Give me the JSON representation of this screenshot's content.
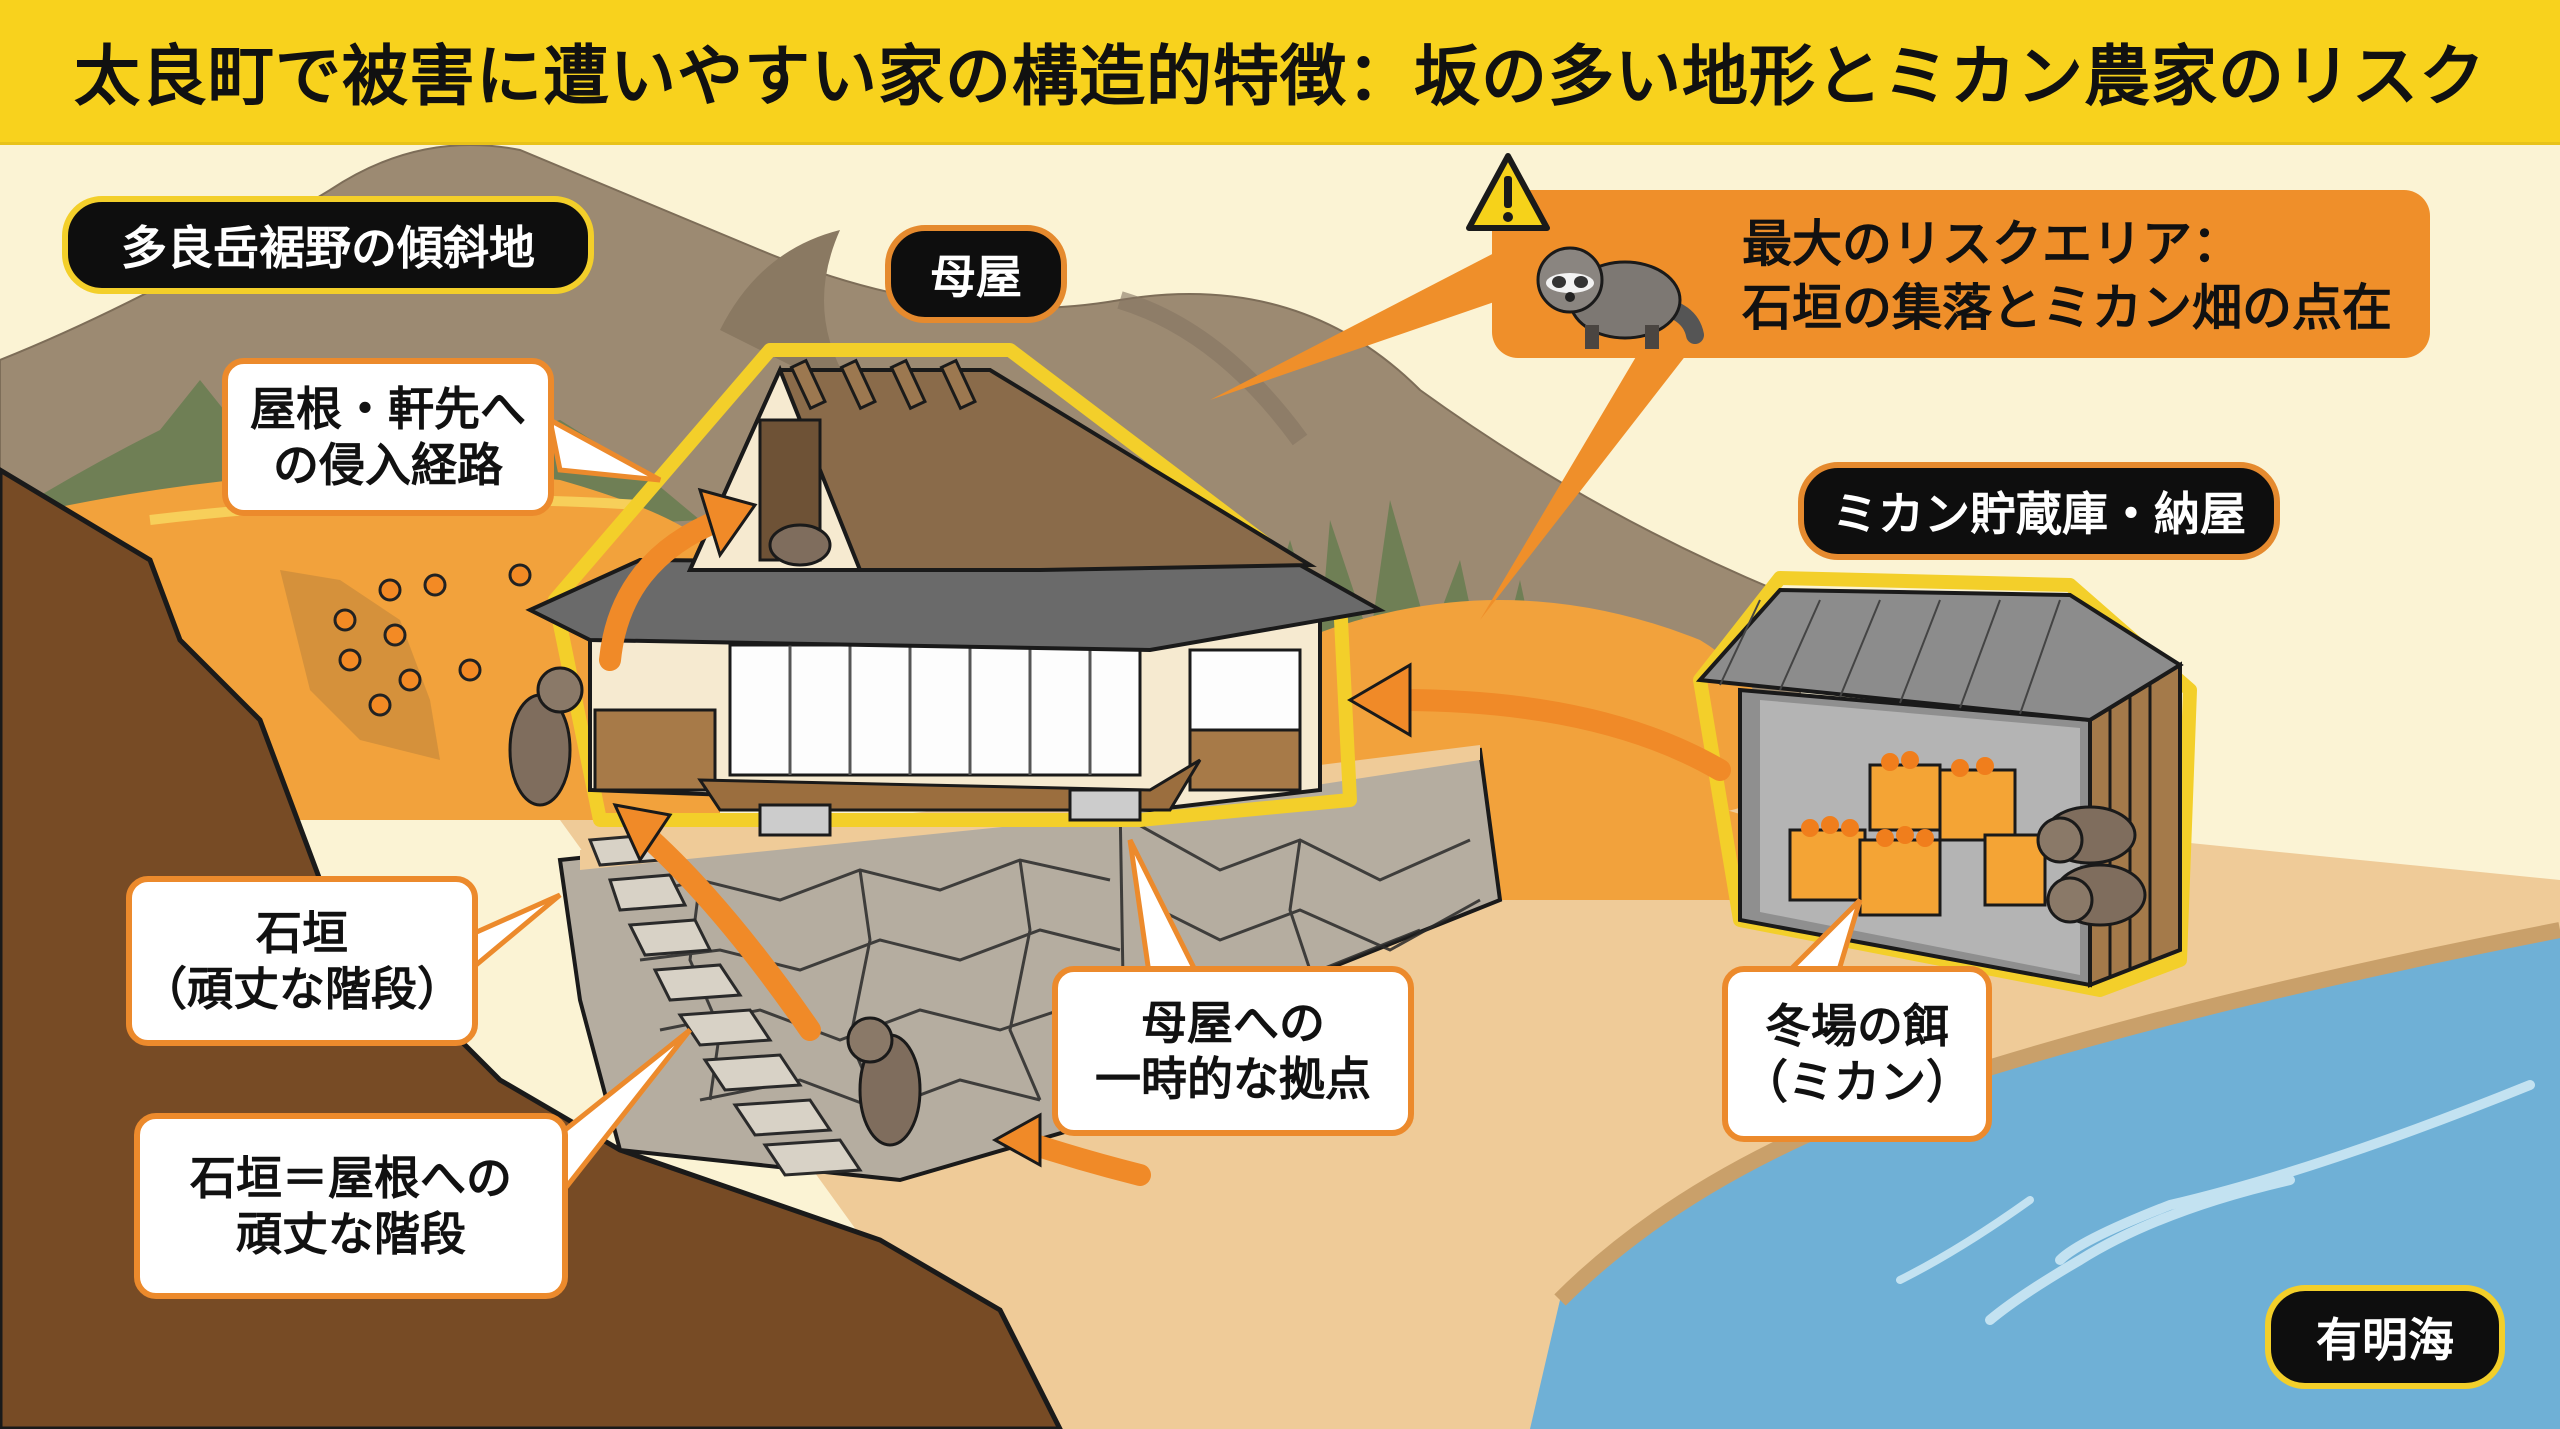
{
  "title": "太良町で被害に遭いやすい家の構造的特徴：坂の多い地形とミカン農家のリスク",
  "labels": {
    "slope": "多良岳裾野の傾斜地",
    "main_house": "母屋",
    "storehouse": "ミカン貯蔵庫・納屋",
    "sea": "有明海"
  },
  "risk_callout": {
    "icon": "warning-triangle-icon",
    "line1": "最大のリスクエリア：",
    "line2": "石垣の集落とミカン畑の点在"
  },
  "callouts": {
    "roof_entry": {
      "line1": "屋根・軒先へ",
      "line2": "の侵入経路"
    },
    "stone_wall": {
      "line1": "石垣",
      "line2": "（頑丈な階段）"
    },
    "stone_wall_roof": {
      "line1": "石垣＝屋根への",
      "line2": "頑丈な階段"
    },
    "temp_base": {
      "line1": "母屋への",
      "line2": "一時的な拠点"
    },
    "winter_food": {
      "line1": "冬場の餌",
      "line2": "（ミカン）"
    }
  },
  "colors": {
    "title_bg": "#f8d21d",
    "background": "#fbf3d4",
    "accent_orange": "#ef8f2a",
    "mountain": "#9c8a72",
    "forest": "#6f7f55",
    "hillside": "#774b25",
    "sand": "#efcb98",
    "sea": "#6fb0d6",
    "stone": "#b5ada0"
  }
}
